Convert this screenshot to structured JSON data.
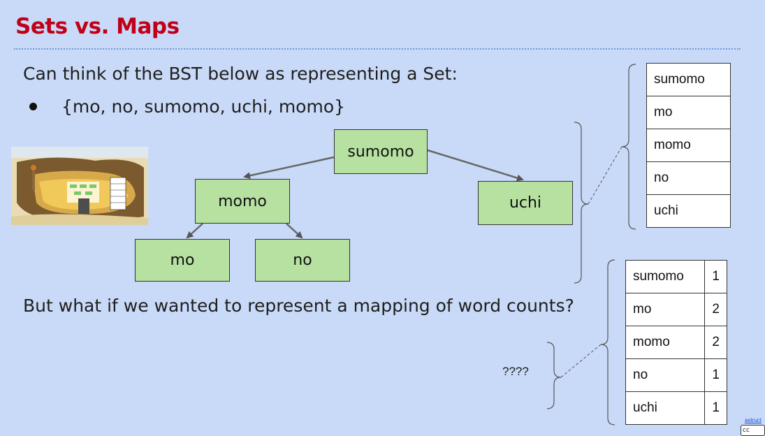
{
  "slide": {
    "title": "Sets vs. Maps",
    "intro": "Can think of the BST below as representing a Set:",
    "bullet": "{mo, no, sumomo, uchi, momo}",
    "question": "But what if we wanted to represent a mapping of word counts?",
    "mystery_label": "????",
    "footer_link": "astruct",
    "license_badge": "cc"
  },
  "tree": {
    "nodes": {
      "root": "sumomo",
      "left": "momo",
      "right": "uchi",
      "left_left": "mo",
      "left_right": "no"
    }
  },
  "set_table": {
    "rows": [
      "sumomo",
      "mo",
      "momo",
      "no",
      "uchi"
    ]
  },
  "map_table": {
    "rows": [
      {
        "key": "sumomo",
        "value": "1"
      },
      {
        "key": "mo",
        "value": "2"
      },
      {
        "key": "momo",
        "value": "2"
      },
      {
        "key": "no",
        "value": "1"
      },
      {
        "key": "uchi",
        "value": "1"
      }
    ]
  },
  "colors": {
    "title": "#c00018",
    "background": "#c9daf8",
    "node_fill": "#b7e1a1",
    "rule": "#6a9bd6"
  }
}
